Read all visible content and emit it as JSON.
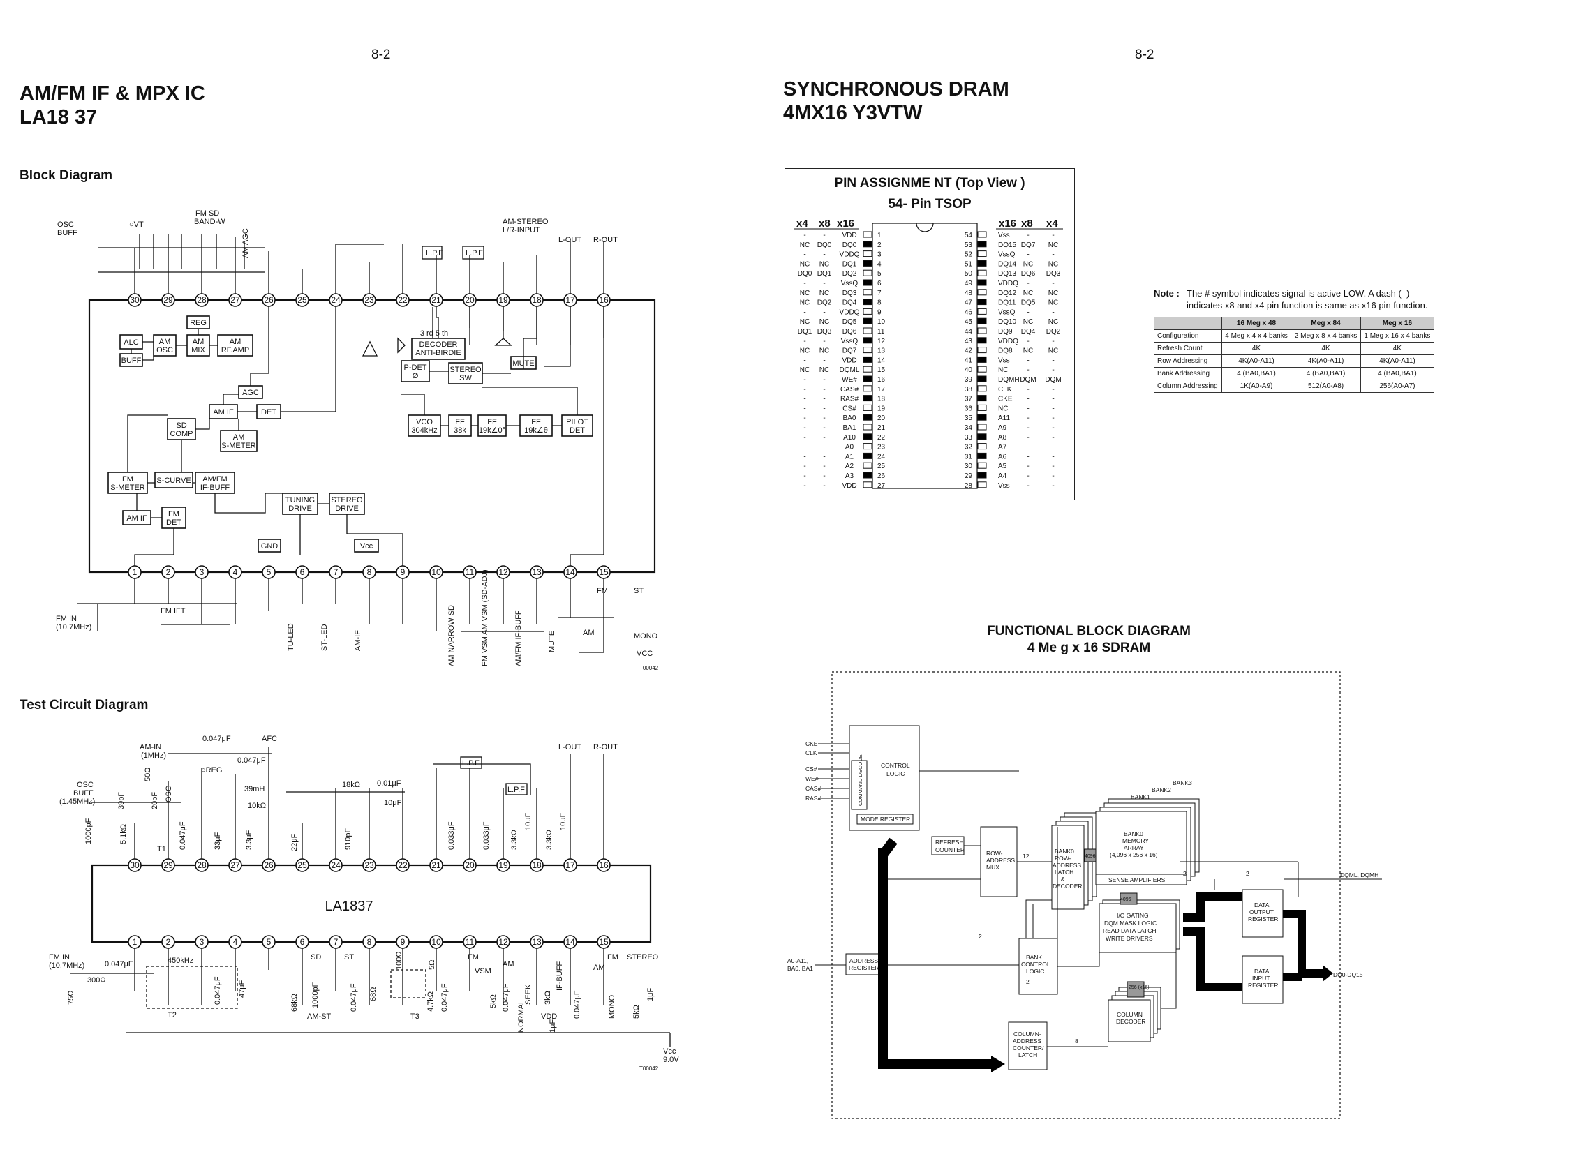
{
  "left": {
    "page_number": "8-2",
    "title_line1": "AM/FM IF & MPX IC",
    "title_line2": "LA18 37",
    "block_diagram_heading": "Block Diagram",
    "test_circuit_heading": "Test Circuit Diagram",
    "blocks": [
      "REG",
      "ALC",
      "AM OSC",
      "AM MIX",
      "AM RF.AMP",
      "BUFF",
      "AGC",
      "AM IF",
      "DET",
      "SD COMP",
      "AM S-METER",
      "FM S-METER",
      "S-CURVE",
      "AM/FM IF-BUFF",
      "AM IF",
      "FM DET",
      "TUNING DRIVE",
      "STEREO DRIVE",
      "GND",
      "Vcc",
      "L.P.F",
      "L.P.F",
      "3 rd 5 th",
      "DECODER ANTI-BIRDIE",
      "P-DET Ø",
      "STEREO SW",
      "MUTE",
      "VCO 304kHz",
      "FF 38k",
      "FF 19k∠ 0°",
      "FF 19k∠ θ",
      "PILOT DET"
    ],
    "top_labels": [
      "OSC BUFF",
      "VT",
      "FM SD BAND-W",
      "AM AGC",
      "AM-STEREO L/R-INPUT",
      "L-OUT",
      "R-OUT"
    ],
    "bottom_labels": [
      "FM IN (10.7MHz)",
      "FM IFT",
      "TU-LED",
      "ST-LED",
      "AM-IF",
      "AM NARROW SD",
      "FM VSM AM VSM (SD-ADJ)",
      "AM/FM IF-BUFF",
      "MUTE",
      "AM",
      "FM",
      "ST",
      "MONO",
      "VCC",
      "T00042"
    ],
    "test_labels": [
      "AM-IN (1MHz)",
      "0.047μF",
      "AFC",
      "50Ω",
      "REG",
      "0.047μF",
      "OSC BUFF (1.45MHz)",
      "39pF",
      "20pF",
      "39mH",
      "10kΩ",
      "T1",
      "18kΩ",
      "0.01μF",
      "10μF",
      "1000pF",
      "5.1kΩ",
      "0.047μF",
      "33μF",
      "3.3μF",
      "22μF",
      "910pF",
      "0.033μF",
      "0.033μF",
      "3.3kΩ",
      "10μF",
      "3.3kΩ",
      "10μF",
      "LA1837",
      "FM IN (10.7MHz)",
      "0.047μF",
      "75Ω",
      "300Ω",
      "450kHz",
      "T2",
      "0.047μF",
      "47μF",
      "68kΩ",
      "SD",
      "1000pF",
      "AM-ST",
      "ST",
      "0.047μF",
      "68Ω",
      "100Ω",
      "T3",
      "5Ω",
      "4.7kΩ",
      "FM",
      "VSM",
      "5kΩ",
      "0.047μF",
      "SEEK",
      "NORMAL",
      "3kΩ",
      "IF-BUFF",
      "1μF",
      "0.047μF",
      "AM",
      "FM",
      "MONO",
      "STEREO",
      "5kΩ",
      "1μF",
      "Vcc 9.0V",
      "T00042",
      "VDD"
    ]
  },
  "right": {
    "page_number": "8-2",
    "title_line1": "SYNCHRONOUS DRAM",
    "title_line2": "4MX16 Y3VTW",
    "pin_box_title": "PIN ASSIGNME NT (Top View )",
    "package": "54- Pin TSOP",
    "col_headers_left": [
      "x4",
      "x8",
      "x16"
    ],
    "col_headers_right": [
      "x16",
      "x8",
      "x4"
    ],
    "pins_left": [
      [
        "-",
        "-",
        "VDD",
        "1"
      ],
      [
        "NC",
        "DQ0",
        "DQ0",
        "2"
      ],
      [
        "-",
        "-",
        "VDDQ",
        "3"
      ],
      [
        "NC",
        "NC",
        "DQ1",
        "4"
      ],
      [
        "DQ0",
        "DQ1",
        "DQ2",
        "5"
      ],
      [
        "-",
        "-",
        "VssQ",
        "6"
      ],
      [
        "NC",
        "NC",
        "DQ3",
        "7"
      ],
      [
        "NC",
        "DQ2",
        "DQ4",
        "8"
      ],
      [
        "-",
        "-",
        "VDDQ",
        "9"
      ],
      [
        "NC",
        "NC",
        "DQ5",
        "10"
      ],
      [
        "DQ1",
        "DQ3",
        "DQ6",
        "11"
      ],
      [
        "-",
        "-",
        "VssQ",
        "12"
      ],
      [
        "NC",
        "NC",
        "DQ7",
        "13"
      ],
      [
        "-",
        "-",
        "VDD",
        "14"
      ],
      [
        "NC",
        "NC",
        "DQML",
        "15"
      ],
      [
        "-",
        "-",
        "WE#",
        "16"
      ],
      [
        "-",
        "-",
        "CAS#",
        "17"
      ],
      [
        "-",
        "-",
        "RAS#",
        "18"
      ],
      [
        "-",
        "-",
        "CS#",
        "19"
      ],
      [
        "-",
        "-",
        "BA0",
        "20"
      ],
      [
        "-",
        "-",
        "BA1",
        "21"
      ],
      [
        "-",
        "-",
        "A10",
        "22"
      ],
      [
        "-",
        "-",
        "A0",
        "23"
      ],
      [
        "-",
        "-",
        "A1",
        "24"
      ],
      [
        "-",
        "-",
        "A2",
        "25"
      ],
      [
        "-",
        "-",
        "A3",
        "26"
      ],
      [
        "-",
        "-",
        "VDD",
        "27"
      ]
    ],
    "pins_right": [
      [
        "54",
        "Vss",
        "-",
        "-"
      ],
      [
        "53",
        "DQ15",
        "DQ7",
        "NC"
      ],
      [
        "52",
        "VssQ",
        "-",
        "-"
      ],
      [
        "51",
        "DQ14",
        "NC",
        "NC"
      ],
      [
        "50",
        "DQ13",
        "DQ6",
        "DQ3"
      ],
      [
        "49",
        "VDDQ",
        "-",
        "-"
      ],
      [
        "48",
        "DQ12",
        "NC",
        "NC"
      ],
      [
        "47",
        "DQ11",
        "DQ5",
        "NC"
      ],
      [
        "46",
        "VssQ",
        "-",
        "-"
      ],
      [
        "45",
        "DQ10",
        "NC",
        "NC"
      ],
      [
        "44",
        "DQ9",
        "DQ4",
        "DQ2"
      ],
      [
        "43",
        "VDDQ",
        "-",
        "-"
      ],
      [
        "42",
        "DQ8",
        "NC",
        "NC"
      ],
      [
        "41",
        "Vss",
        "-",
        "-"
      ],
      [
        "40",
        "NC",
        "-",
        "-"
      ],
      [
        "39",
        "DQMH",
        "DQM",
        "DQM"
      ],
      [
        "38",
        "CLK",
        "-",
        "-"
      ],
      [
        "37",
        "CKE",
        "-",
        "-"
      ],
      [
        "36",
        "NC",
        "-",
        "-"
      ],
      [
        "35",
        "A11",
        "-",
        "-"
      ],
      [
        "34",
        "A9",
        "-",
        "-"
      ],
      [
        "33",
        "A8",
        "-",
        "-"
      ],
      [
        "32",
        "A7",
        "-",
        "-"
      ],
      [
        "31",
        "A6",
        "-",
        "-"
      ],
      [
        "30",
        "A5",
        "-",
        "-"
      ],
      [
        "29",
        "A4",
        "-",
        "-"
      ],
      [
        "28",
        "Vss",
        "-",
        "-"
      ]
    ],
    "note_label": "Note :",
    "note_line1": "The # symbol indicates signal is active LOW. A dash (–)",
    "note_line2": "indicates x8 and x4 pin function is same as x16 pin function.",
    "config_table": {
      "headers": [
        "",
        "16 Meg x 48",
        "Meg x 84",
        "Meg x 16"
      ],
      "rows": [
        [
          "Configuration",
          "4 Meg x 4 x 4 banks",
          "2 Meg x 8 x 4 banks",
          "1 Meg x 16 x 4 banks"
        ],
        [
          "Refresh Count",
          "4K",
          "4K",
          "4K"
        ],
        [
          "Row Addressing",
          "4K(A0-A11)",
          "4K(A0-A11)",
          "4K(A0-A11)"
        ],
        [
          "Bank Addressing",
          "4 (BA0,BA1)",
          "4 (BA0,BA1)",
          "4 (BA0,BA1)"
        ],
        [
          "Column Addressing",
          "1K(A0-A9)",
          "512(A0-A8)",
          "256(A0-A7)"
        ]
      ]
    },
    "fbd_title1": "FUNCTIONAL BLOCK DIAGRAM",
    "fbd_title2": "4 Me g x 16 SDRAM",
    "fbd": {
      "inputs": [
        "CKE",
        "CLK",
        "CS#",
        "WE#",
        "CAS#",
        "RAS#"
      ],
      "command_decode": "COMMAND DECODE",
      "control_logic": "CONTROL LOGIC",
      "mode_register": "MODE REGISTER",
      "refresh_counter": "REFRESH COUNTER",
      "row_mux": "ROW- ADDRESS MUX",
      "bank0_row": "BANK0 ROW- ADDRESS LATCH & DECODER",
      "bank0_mem": "BANK0 MEMORY ARRAY (4,096 x 256 x 16)",
      "sense": "SENSE AMPLIFIERS",
      "banks": [
        "BANK1",
        "BANK2",
        "BANK3"
      ],
      "io_gating": "I/O GATING DQM MASK LOGIC READ DATA LATCH WRITE DRIVERS",
      "data_out": "DATA OUTPUT REGISTER",
      "data_in": "DATA INPUT REGISTER",
      "bank_ctrl": "BANK CONTROL LOGIC",
      "col_counter": "COLUMN- ADDRESS COUNTER/ LATCH",
      "col_decoder": "COLUMN DECODER",
      "addr_reg": "ADDRESS REGISTER",
      "addr_in": "A0-A11, BA0, BA1",
      "dqm": "DQML, DQMH",
      "dq": "DQ0-DQ15",
      "n12": "12",
      "n4096a": "4096",
      "n4096b": "4096",
      "n2a": "2",
      "n2b": "2",
      "n2c": "2",
      "n2d": "2",
      "n8": "8",
      "n256": "256 (x16)"
    }
  }
}
